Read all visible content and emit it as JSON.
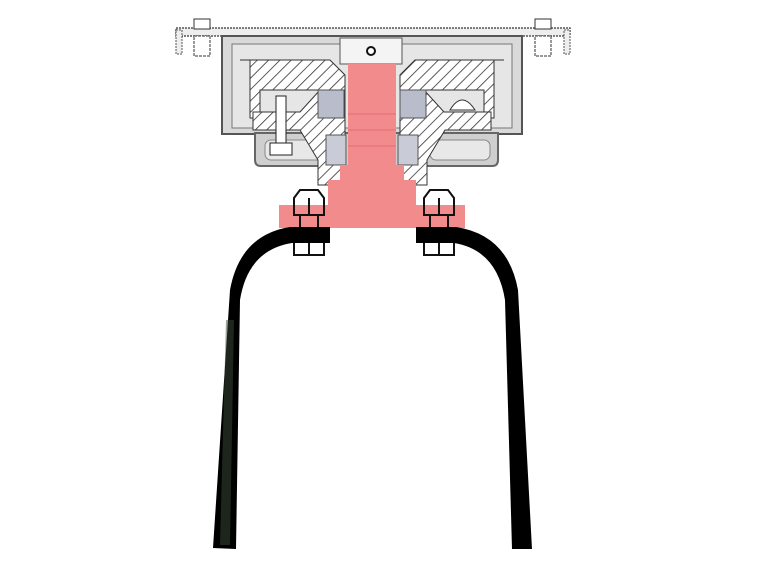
{
  "diagram": {
    "colors": {
      "background": "#ffffff",
      "shaft": "#f28b8b",
      "housing": "#d9d9d9",
      "housing_outline": "#666666",
      "hatch": "#333333",
      "frame": "#000000",
      "bearing": "#b8bccb"
    },
    "parts": [
      "top-plate",
      "housing",
      "shaft",
      "flange",
      "bolts",
      "u-frame"
    ]
  }
}
